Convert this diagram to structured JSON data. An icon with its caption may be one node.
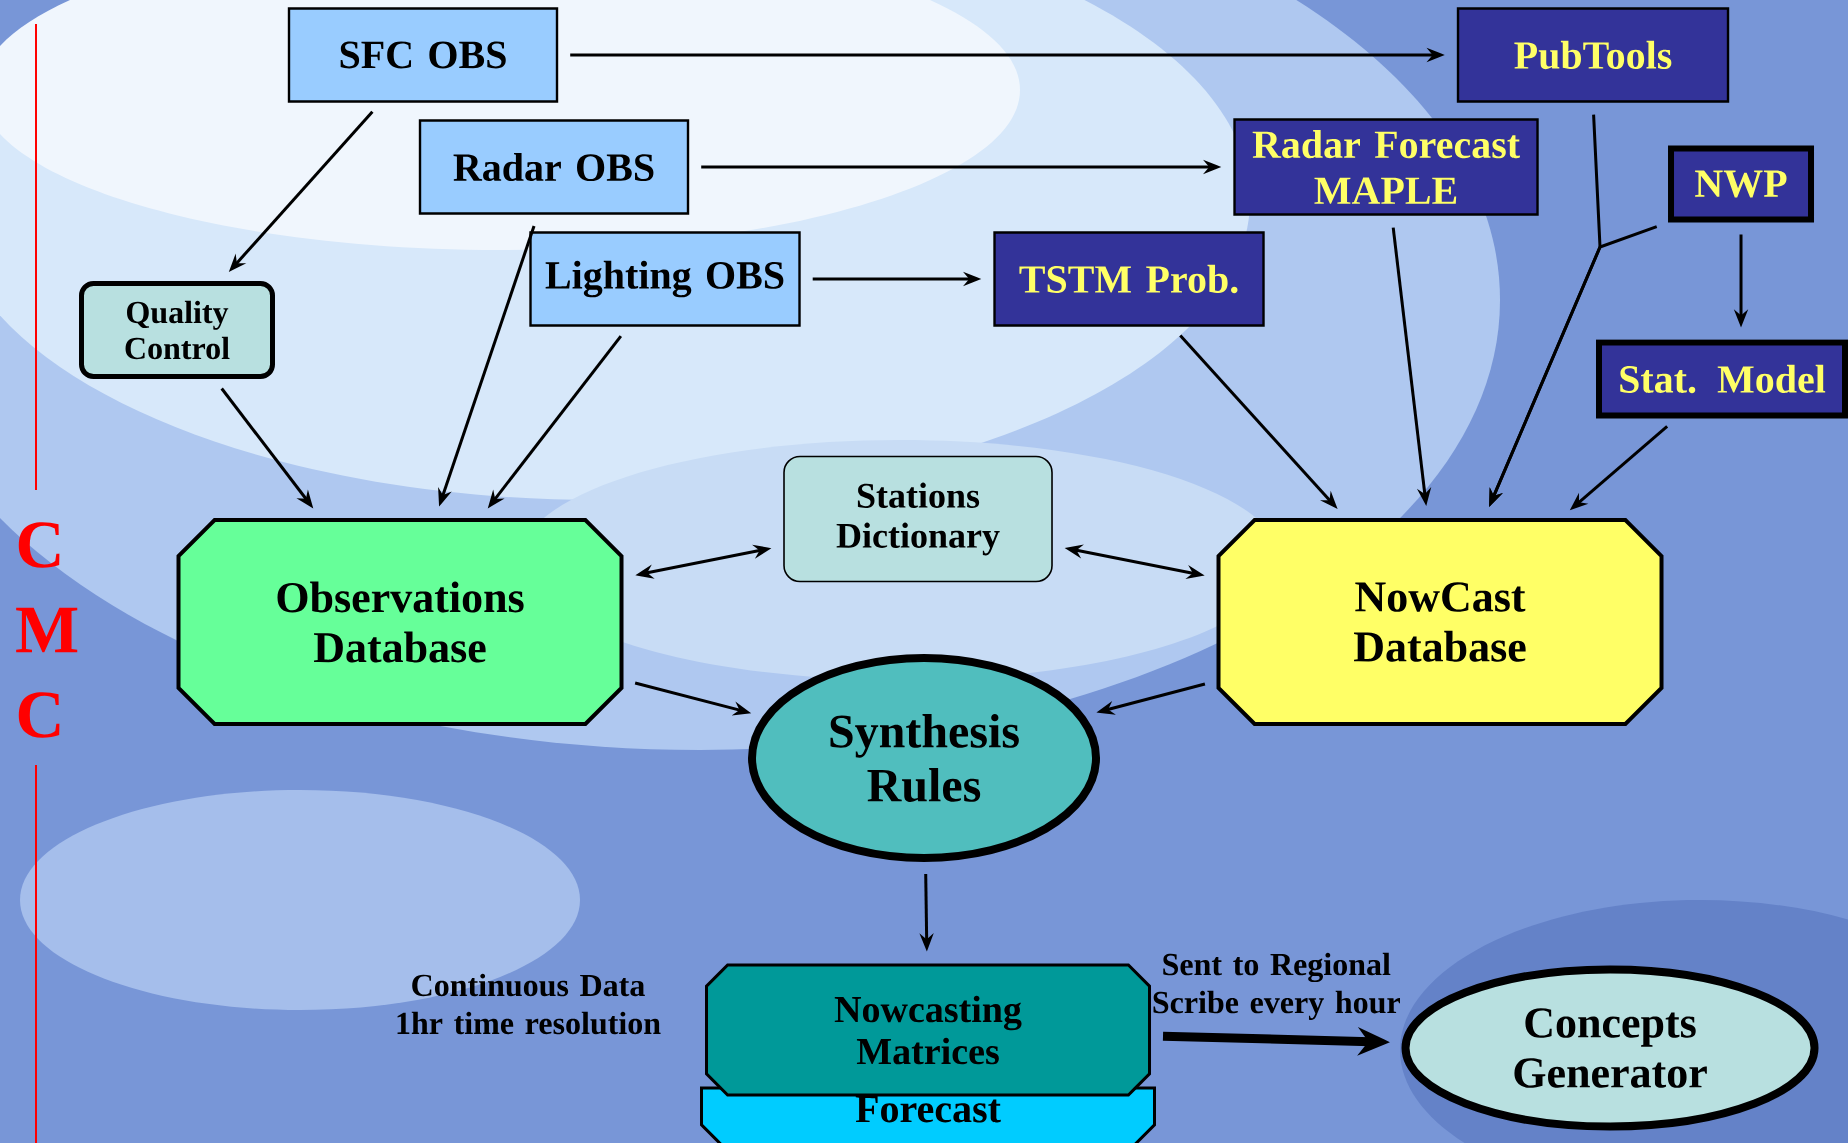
{
  "diagram": {
    "nodes": [
      {
        "text": [
          "SFC OBS"
        ]
      },
      {
        "text": [
          "PubTools"
        ]
      },
      {
        "text": [
          "Radar OBS"
        ]
      },
      {
        "text": [
          "Radar Forecast MAPLE"
        ]
      },
      {
        "text": [
          "NWP"
        ]
      },
      {
        "text": [
          "Quality Control"
        ]
      },
      {
        "text": [
          "Lighting OBS"
        ]
      },
      {
        "text": [
          "TSTM Prob."
        ]
      },
      {
        "text": [
          "Stat. Model"
        ]
      },
      {
        "text": [
          "Stations Dictionary"
        ]
      },
      {
        "text": [
          "Observations Database"
        ]
      },
      {
        "text": [
          "NowCast Database"
        ]
      },
      {
        "text": [
          "Synthesis Rules"
        ]
      },
      {
        "text": [
          "Nowcasting Matrices"
        ]
      },
      {
        "text": [
          "Forecast"
        ]
      },
      {
        "text": [
          "Concepts Generator"
        ]
      }
    ],
    "edges": [
      {
        "from": 0,
        "to": 1,
        "arrow": "to"
      },
      {
        "from": 0,
        "to": 5,
        "arrow": "to"
      },
      {
        "from": 2,
        "to": 3,
        "arrow": "to"
      },
      {
        "from": 2,
        "to": 10,
        "arrow": "to"
      },
      {
        "from": 6,
        "to": 7,
        "arrow": "to"
      },
      {
        "from": 6,
        "to": 10,
        "arrow": "to"
      },
      {
        "from": 5,
        "to": 10,
        "arrow": "to"
      },
      {
        "from": 7,
        "to": 11,
        "arrow": "to"
      },
      {
        "from": 3,
        "to": 11,
        "arrow": "to"
      },
      {
        "from": 1,
        "to": 11,
        "arrow": "to"
      },
      {
        "from": 4,
        "to": 11,
        "arrow": "to"
      },
      {
        "from": 4,
        "to": 8,
        "arrow": "to"
      },
      {
        "from": 8,
        "to": 11,
        "arrow": "to"
      },
      {
        "from": 9,
        "to": 10,
        "arrow": "both"
      },
      {
        "from": 9,
        "to": 11,
        "arrow": "both"
      },
      {
        "from": 10,
        "to": 12,
        "arrow": "to"
      },
      {
        "from": 11,
        "to": 12,
        "arrow": "to"
      },
      {
        "from": 12,
        "to": 13,
        "arrow": "to"
      },
      {
        "from": 13,
        "to": 15,
        "arrow": "to",
        "label": "Sent to Regional Scribe every hour",
        "style": "thick"
      }
    ],
    "labels": [
      "C",
      "M",
      "C",
      "Continuous Data 1hr time resolution"
    ]
  }
}
